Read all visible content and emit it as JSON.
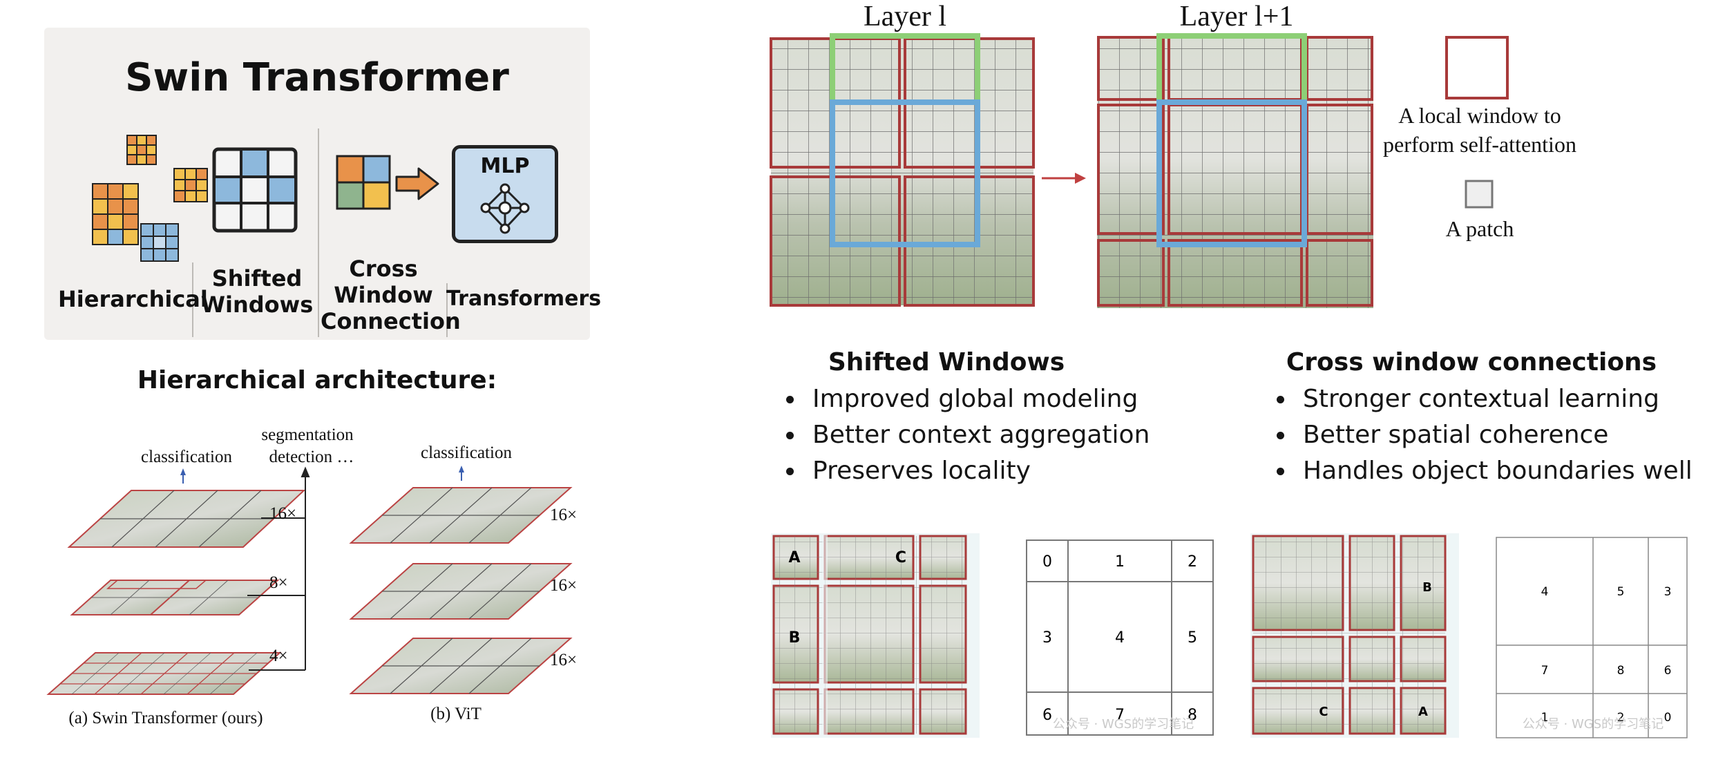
{
  "card": {
    "title": "Swin Transformer",
    "labels": {
      "hierarchical": "Hierarchical",
      "shifted_line1": "Shifted",
      "shifted_line2": "Windows",
      "cross_line1": "Cross",
      "cross_line2": "Window",
      "cross_line3": "Connection",
      "transformers": "Transformers",
      "mlp": "MLP"
    },
    "colors": {
      "orange": "#e8924a",
      "yellow": "#f2c04e",
      "blue": "#8db8dc",
      "green": "#8fb48e",
      "dark": "#222222",
      "light_blue": "#c8dcee"
    }
  },
  "hierarchical_arch": {
    "title": "Hierarchical architecture:",
    "swin": {
      "top_label": "classification",
      "side_label_1": "segmentation",
      "side_label_2": "detection …",
      "mult_top": "16×",
      "mult_mid": "8×",
      "mult_bot": "4×",
      "caption": "(a) Swin Transformer (ours)"
    },
    "vit": {
      "top_label": "classification",
      "mult_1": "16×",
      "mult_2": "16×",
      "mult_3": "16×",
      "caption": "(b) ViT"
    }
  },
  "layers": {
    "layer_l": "Layer l",
    "layer_l1": "Layer l+1",
    "legend_window_1": "A local window to",
    "legend_window_2": "perform self-attention",
    "legend_patch": "A patch",
    "colors": {
      "window": "#a83a3a",
      "green": "#8dcf76",
      "blue": "#6aa9d8",
      "arrow": "#c04040"
    }
  },
  "shifted_windows": {
    "heading": "Shifted Windows",
    "bullets": [
      "Improved global modeling",
      "Better context aggregation",
      "Preserves locality"
    ]
  },
  "cross_window": {
    "heading": "Cross window connections",
    "bullets": [
      "Stronger contextual learning",
      "Better spatial coherence",
      "Handles object boundaries well"
    ]
  },
  "bottom": {
    "left_labels": {
      "a": "A",
      "b": "B",
      "c": "C"
    },
    "grid1": [
      "0",
      "1",
      "2",
      "3",
      "4",
      "5",
      "6",
      "7",
      "8"
    ],
    "right_labels": {
      "a": "A",
      "b": "B",
      "c": "C"
    },
    "grid2": [
      "4",
      "5",
      "3",
      "7",
      "8",
      "6",
      "1",
      "2",
      "0"
    ],
    "watermark": "公众号 · WGS的学习笔记"
  }
}
